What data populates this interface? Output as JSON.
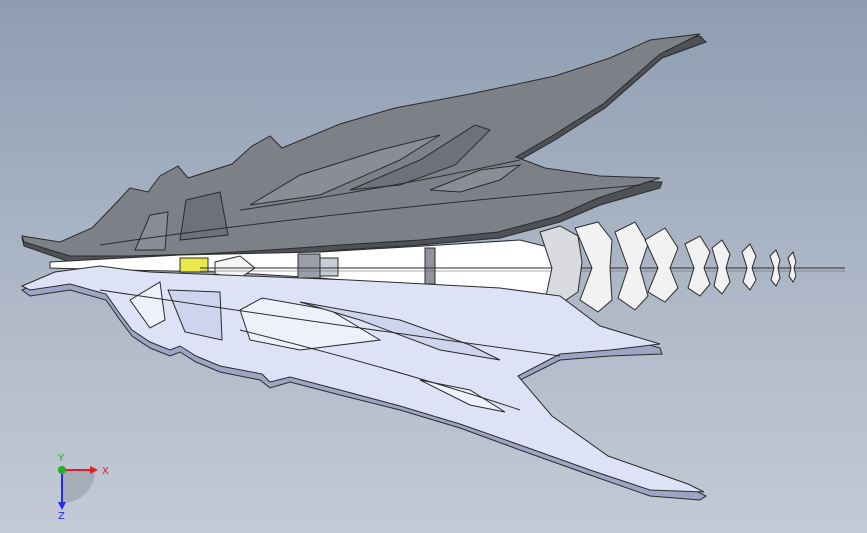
{
  "viewport": {
    "background_top": "#8e9db2",
    "background_bottom": "#c3cad6"
  },
  "model": {
    "upper_wing_color": "#7d8086",
    "lower_wing_color": "#dde2f6",
    "edge_color": "#2b2b2b",
    "highlight_color": "#e8e84a",
    "tail_fin_color": "#f2f2f2"
  },
  "triad": {
    "x_label": "X",
    "y_label": "Y",
    "z_label": "Z",
    "x_color": "#e02020",
    "y_color": "#20b020",
    "z_color": "#2030e0"
  }
}
